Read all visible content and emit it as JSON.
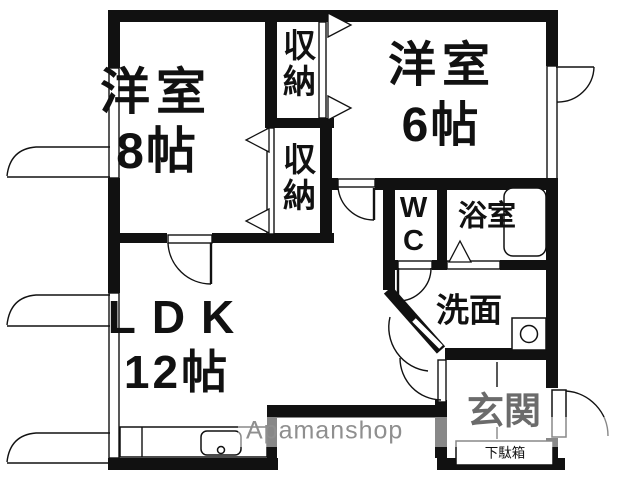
{
  "plan_type": "floorplan",
  "rooms": {
    "western8": {
      "name": "洋室",
      "size": "8帖"
    },
    "western6": {
      "name": "洋室",
      "size": "6帖"
    },
    "ldk": {
      "name": "LDK",
      "size": "12帖"
    },
    "closet_upper": {
      "name": "収納"
    },
    "closet_lower": {
      "name": "収納"
    },
    "toilet": {
      "name": "WC"
    },
    "bathroom": {
      "name": "浴室"
    },
    "washroom": {
      "name": "洗面"
    },
    "entrance": {
      "name": "玄関"
    },
    "shoe_cabinet": {
      "name": "下駄箱"
    }
  },
  "fixtures": {
    "bathtub": "bathtub-icon",
    "kitchen_counter": "kitchen-counter-icon",
    "sink": "sink-icon",
    "washing_machine": "washing-machine-icon"
  },
  "watermark": {
    "text": "Apamanshop"
  },
  "colors": {
    "wall": "#111111",
    "background": "#ffffff",
    "watermark": "#8f8f8f"
  }
}
